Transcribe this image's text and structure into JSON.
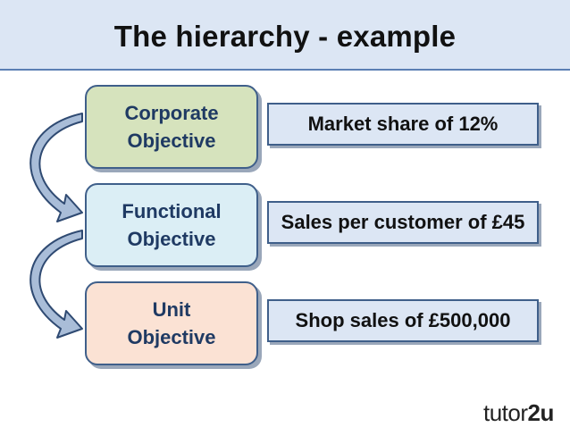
{
  "header": {
    "title": "The hierarchy - example"
  },
  "levels": [
    {
      "objective": "Corporate\nObjective",
      "example": "Market share of 12%",
      "fill": "#d6e3bd"
    },
    {
      "objective": "Functional\nObjective",
      "example": "Sales per customer of £45",
      "fill": "#dbeef5"
    },
    {
      "objective": "Unit\nObjective",
      "example": "Shop sales of £500,000",
      "fill": "#fbe2d4"
    }
  ],
  "brand": {
    "logo_prefix": "tutor",
    "logo_suffix": "2u"
  },
  "colors": {
    "header_bg": "#dce6f4",
    "border": "#3f5f8a",
    "value_bg": "#dce6f4",
    "arrow": "#8fa8c8"
  }
}
